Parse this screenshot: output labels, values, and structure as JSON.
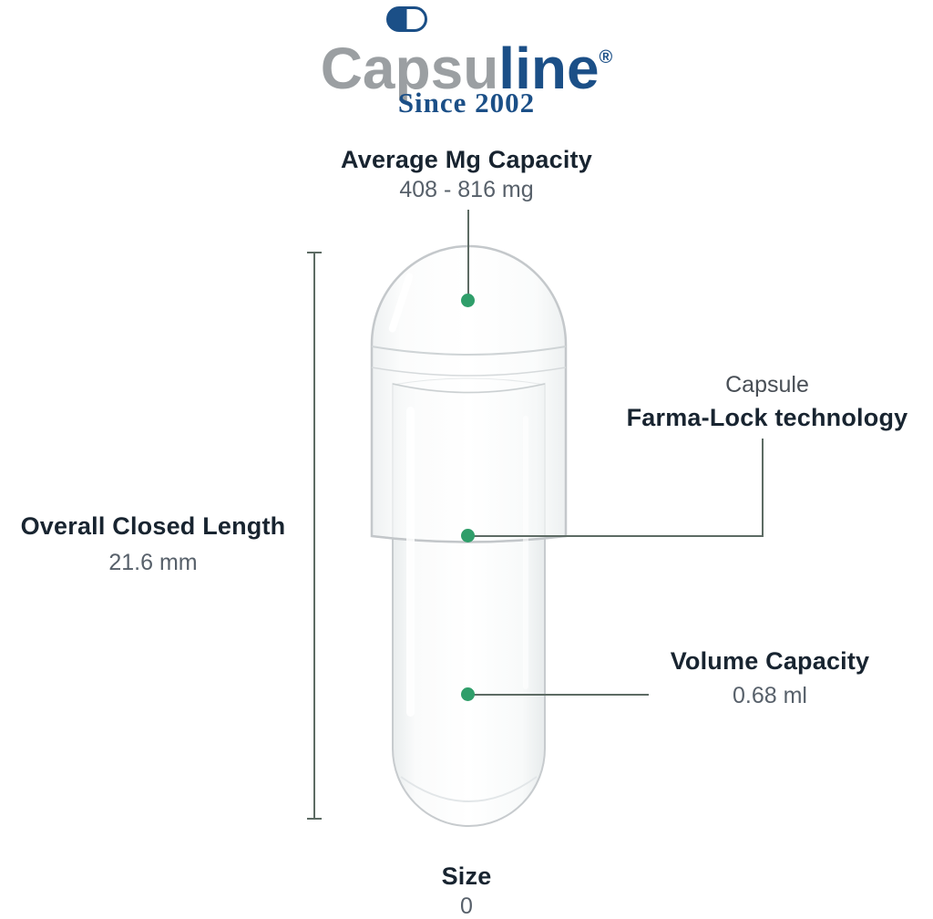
{
  "logo": {
    "brand_prefix": "Capsu",
    "brand_suffix": "line",
    "registered_mark": "®",
    "tagline": "Since 2002"
  },
  "callouts": {
    "average_capacity": {
      "label": "Average Mg Capacity",
      "value": "408 - 816 mg"
    },
    "overall_length": {
      "label": "Overall Closed Length",
      "value": "21.6 mm"
    },
    "farma_lock": {
      "line1": "Capsule",
      "line2": "Farma-Lock technology"
    },
    "volume_capacity": {
      "label": "Volume Capacity",
      "value": "0.68 ml"
    },
    "size": {
      "label": "Size",
      "value": "0"
    }
  },
  "colors": {
    "brand_blue": "#1b4f87",
    "brand_gray": "#9b9fa2",
    "heading_dark": "#182430",
    "value_gray": "#57606a",
    "dot_green": "#2f9e6a",
    "leader_line": "#5d6b64",
    "capsule_stroke": "#c7cbce"
  }
}
